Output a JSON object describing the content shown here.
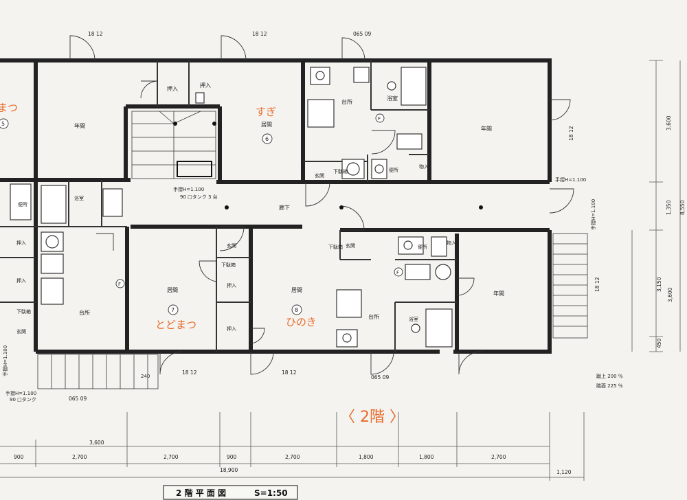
{
  "plan": {
    "title": "2 階 平 面 図",
    "scale": "S=1:50",
    "floor_label": "〈 2階 〉"
  },
  "room_names": {
    "washitsu_left": "年間",
    "oshiire_top1": "押入",
    "oshiire_top2": "押入",
    "kyoma_top": "居間",
    "daidokoro_top": "台所",
    "yokushitsu_top": "浴室",
    "washitsu_right_top": "年間",
    "benjo_top": "便所",
    "genkan_top": "玄関",
    "geta_top": "下駄箱",
    "rouka": "廊下",
    "benjo_left": "便所",
    "yokushitsu_left": "浴室",
    "oshiire_left": "押入",
    "oshiire_left2": "押入",
    "geta_left": "下駄箱",
    "genkan_left": "玄関",
    "daidokoro_left": "台所",
    "kyoma_7": "居間",
    "genkan_mid": "玄関",
    "geta_mid": "下駄箱",
    "oshiire_mid": "押入",
    "oshiire_mid2": "押入",
    "kyoma_8": "居間",
    "genkan_right": "玄関",
    "geta_right": "下駄箱",
    "benjo_right": "便所",
    "daidokoro_right": "台所",
    "yokushitsu_right": "浴室",
    "washitsu_right_bottom": "年間",
    "mono_top": "物入",
    "mono_right": "物入"
  },
  "unit_numbers": [
    "5",
    "6",
    "7",
    "8"
  ],
  "unit_f_marks": [
    "F",
    "F",
    "F"
  ],
  "annotations_orange": {
    "unit5": "まつ",
    "unit6": "すぎ",
    "unit7": "とどまつ",
    "unit8": "ひのき"
  },
  "notes": {
    "handrail_1": "手摺H=1.100",
    "handrail_1b": "90 □タンク 3 台",
    "handrail_2": "手摺H=1.100",
    "handrail_3": "手摺H=1.100",
    "handrail_4": "手摺H=1.100",
    "handrail_4b": "90 □タンク",
    "handrail_5": "手摺H=1.100",
    "step_rise": "蹴上 200 ％",
    "step_tread": "踏面 225 ％",
    "dim_240": "240"
  },
  "top_dims": [
    "18 12",
    "18 12",
    "065 09"
  ],
  "bottom_near_dims": [
    "18 12",
    "18 12",
    "065 09",
    "065 09"
  ],
  "side_dims": [
    "18 12",
    "18 12"
  ],
  "right_dims": {
    "d1": "3,600",
    "d2": "1,350",
    "d3": "8,550",
    "d4": "3,150",
    "d5": "3,600",
    "d6": "450"
  },
  "bottom_dims": {
    "d3600": "3,600",
    "row": [
      "900",
      "2,700",
      "2,700",
      "900",
      "2,700",
      "1,800",
      "1,800",
      "2,700"
    ],
    "total": "18,900",
    "extra": "1,120"
  }
}
